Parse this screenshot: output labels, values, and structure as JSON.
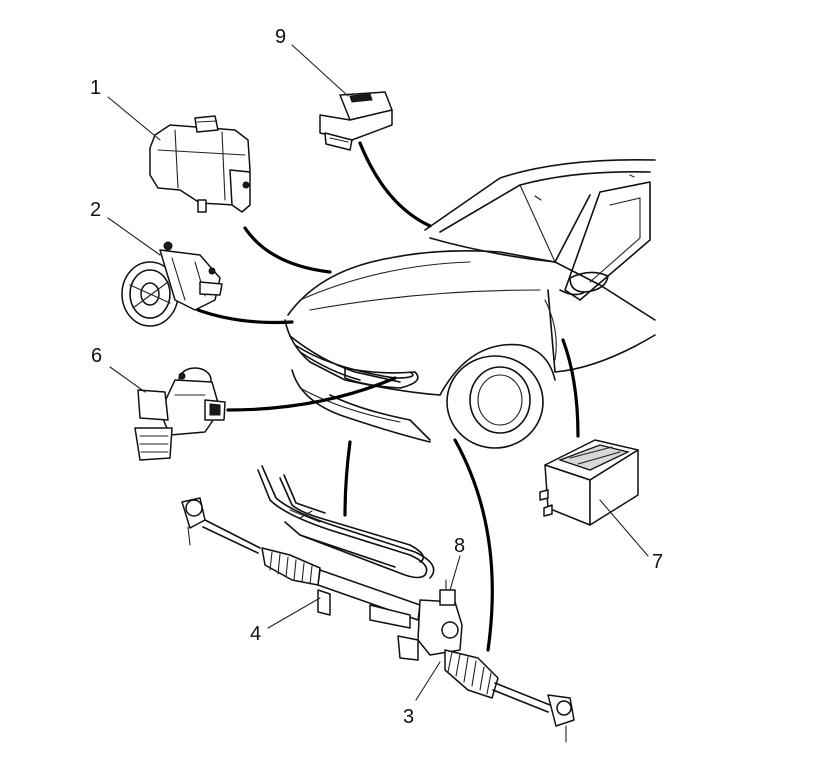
{
  "callouts": {
    "c1": "1",
    "c2": "2",
    "c3": "3",
    "c4": "4",
    "c6": "6",
    "c7": "7",
    "c8": "8",
    "c9": "9"
  }
}
